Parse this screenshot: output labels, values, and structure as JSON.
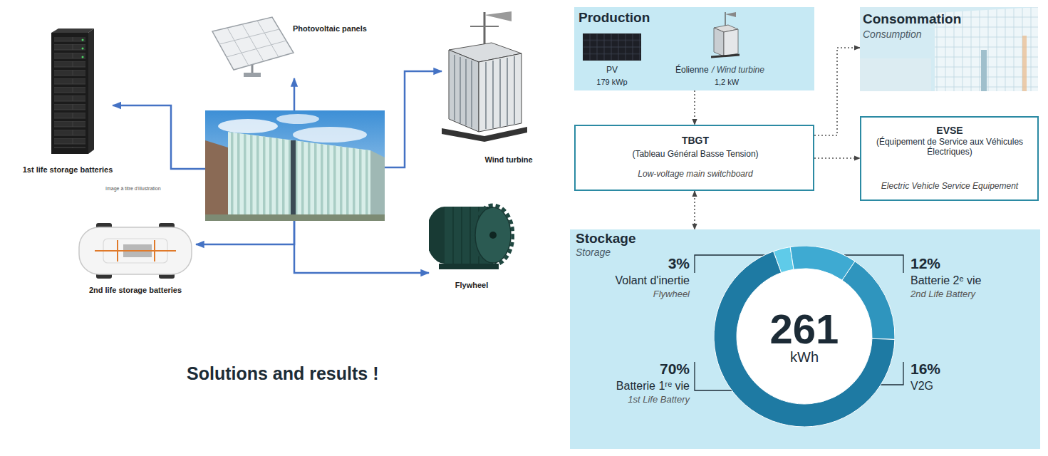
{
  "diagram": {
    "title": "Solutions and results !",
    "nodes": [
      {
        "text": [
          "Photovoltaic panels"
        ]
      },
      {
        "text": [
          "1st life storage batteries"
        ]
      },
      {
        "text": [
          "Image à titre d'illustration"
        ]
      },
      {
        "text": [
          "Wind turbine"
        ]
      },
      {
        "text": [
          "2nd life storage batteries"
        ]
      },
      {
        "text": [
          "Flywheel"
        ]
      },
      {
        "text": [
          "Production",
          "PV",
          "179 kWp",
          "Éolienne",
          "/ Wind turbine",
          "1,2 kW"
        ]
      },
      {
        "text": [
          "Consommation",
          "Consumption"
        ]
      },
      {
        "text": [
          "TBGT",
          "(Tableau Général Basse Tension)",
          "Low-voltage main switchboard"
        ]
      },
      {
        "text": [
          "EVSE",
          "(Équipement de Service aux Véhicules Électriques)",
          "Electric Vehicle Service Equipement"
        ]
      },
      {
        "text": [
          "Stockage",
          "Storage"
        ]
      },
      {
        "text": [
          "261",
          "kWh"
        ],
        "in": 10
      }
    ],
    "edges": [
      {
        "from": 2,
        "to": 1,
        "arrow": "to"
      },
      {
        "from": 2,
        "to": 0,
        "arrow": "to"
      },
      {
        "from": 2,
        "to": 3,
        "arrow": "to"
      },
      {
        "from": 2,
        "to": 4,
        "arrow": "to"
      },
      {
        "from": 2,
        "to": 5,
        "arrow": "to"
      },
      {
        "from": 6,
        "to": 8,
        "arrow": "to"
      },
      {
        "from": 8,
        "to": 7,
        "arrow": "to"
      },
      {
        "from": 8,
        "to": 9,
        "arrow": "to"
      },
      {
        "from": 8,
        "to": 10,
        "arrow": "both"
      }
    ],
    "labels": [
      "3%",
      "Volant d'inertie",
      "Flywheel",
      "12%",
      "Batterie 2ᵉ vie",
      "2nd Life Battery",
      "70%",
      "Batterie 1ʳᵉ vie",
      "1st Life Battery",
      "16%",
      "V2G"
    ]
  }
}
